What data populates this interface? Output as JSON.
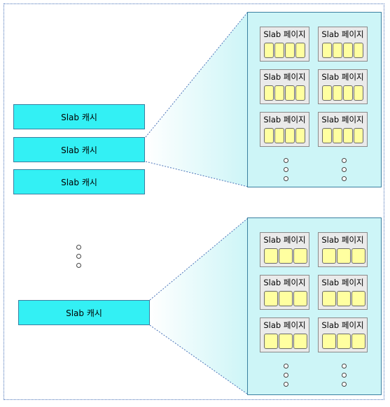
{
  "labels": {
    "slab_cache": "Slab 캐시",
    "slab_page": "Slab 페이지"
  },
  "panels": [
    {
      "pages": [
        {
          "objects": 4
        },
        {
          "objects": 4
        },
        {
          "objects": 4
        },
        {
          "objects": 4
        },
        {
          "objects": 4
        },
        {
          "objects": 4
        }
      ]
    },
    {
      "pages": [
        {
          "objects": 3
        },
        {
          "objects": 3
        },
        {
          "objects": 3
        },
        {
          "objects": 3
        },
        {
          "objects": 3
        },
        {
          "objects": 3
        }
      ]
    }
  ],
  "caches": [
    "Slab 캐시",
    "Slab 캐시",
    "Slab 캐시",
    "Slab 캐시"
  ],
  "colors": {
    "cache_fill": "#33f0f4",
    "panel_fill": "#cdf5f7",
    "object_fill": "#ffffa0",
    "connector": "#4a73b8"
  }
}
